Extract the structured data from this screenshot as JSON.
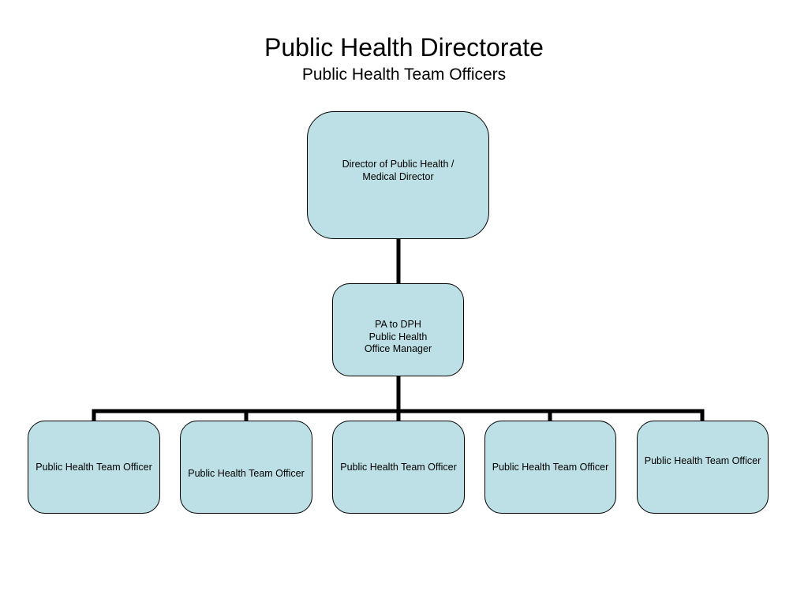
{
  "header": {
    "title": "Public Health Directorate",
    "subtitle": "Public Health Team Officers"
  },
  "nodes": {
    "director": "Director of Public Health /\nMedical Director",
    "pa": "PA to DPH\nPublic Health\nOffice Manager",
    "officers": [
      "Public Health Team Officer",
      "Public Health Team Officer",
      "Public Health Team Officer",
      "Public Health Team Officer",
      "Public Health Team Officer"
    ]
  },
  "colors": {
    "node_fill": "#bce0e5",
    "connector": "#000000"
  }
}
